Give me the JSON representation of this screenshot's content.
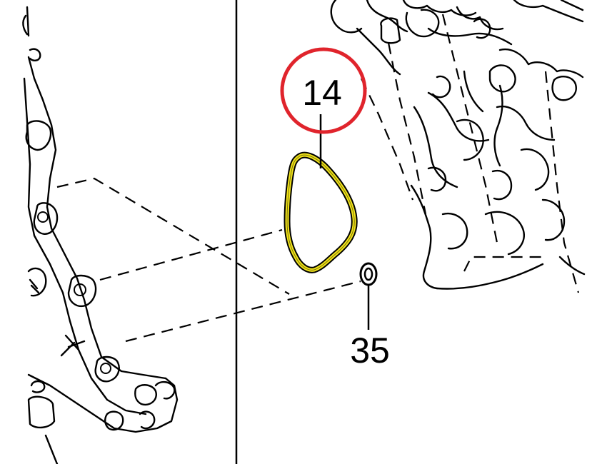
{
  "callouts": [
    {
      "id": "gasket",
      "number": "14",
      "highlighted": true
    },
    {
      "id": "o-ring",
      "number": "35",
      "highlighted": false
    }
  ],
  "colors": {
    "highlight_circle": "#e0242c",
    "gasket_fill": "#f2e419",
    "line": "#000000",
    "background": "#ffffff"
  },
  "icons": {
    "gasket": "gasket-icon",
    "o_ring": "o-ring-icon",
    "left_bracket": "timing-cover-bracket-icon",
    "right_block": "engine-block-icon"
  }
}
